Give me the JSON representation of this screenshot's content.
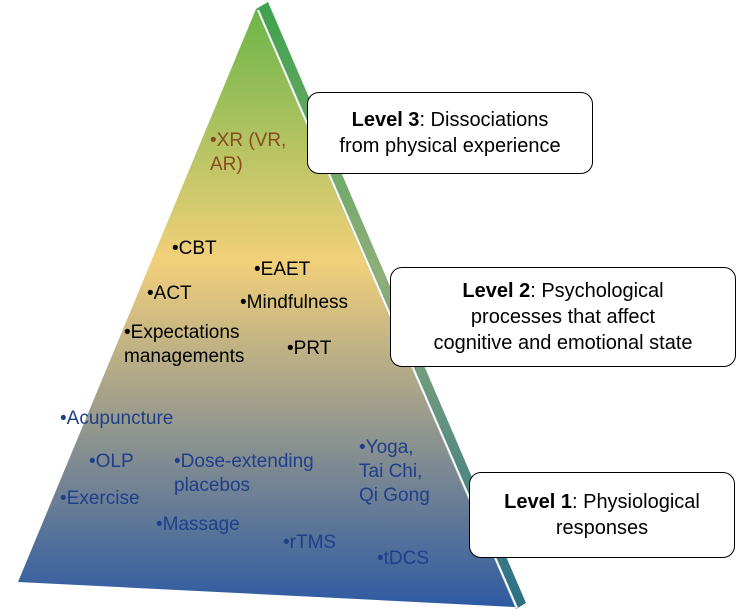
{
  "colors": {
    "top": "#6cb548",
    "middle": "#f2d07a",
    "bottom": "#2e5aa2",
    "side": "#3a8a7a",
    "level3_text": "#8a4a1c",
    "level2_text": "#000000",
    "level1_text": "#1f3f8a"
  },
  "levels": [
    {
      "name": "Level 3",
      "desc_line1": ": Dissociations",
      "desc_line2": "from physical experience"
    },
    {
      "name": "Level 2",
      "desc_line1": ": Psychological",
      "desc_line2": "processes that affect",
      "desc_line3": "cognitive and emotional state"
    },
    {
      "name": "Level 1",
      "desc_line1": ": Physiological",
      "desc_line2": "responses"
    }
  ],
  "level3_items": [
    {
      "line1": "•XR (VR,",
      "line2": "AR)"
    }
  ],
  "level2_items": [
    {
      "line1": "•CBT"
    },
    {
      "line1": "•EAET"
    },
    {
      "line1": "•ACT"
    },
    {
      "line1": "•Mindfulness"
    },
    {
      "line1": "•Expectations",
      "line2": "managements"
    },
    {
      "line1": "•PRT"
    }
  ],
  "level1_items": [
    {
      "line1": "•Acupuncture"
    },
    {
      "line1": "•OLP"
    },
    {
      "line1": "•Dose-extending",
      "line2": "placebos"
    },
    {
      "line1": "•Yoga,",
      "line2": "Tai Chi,",
      "line3": "Qi Gong"
    },
    {
      "line1": "•Exercise"
    },
    {
      "line1": "•Massage"
    },
    {
      "line1": "•rTMS"
    },
    {
      "line1": "•tDCS"
    }
  ]
}
